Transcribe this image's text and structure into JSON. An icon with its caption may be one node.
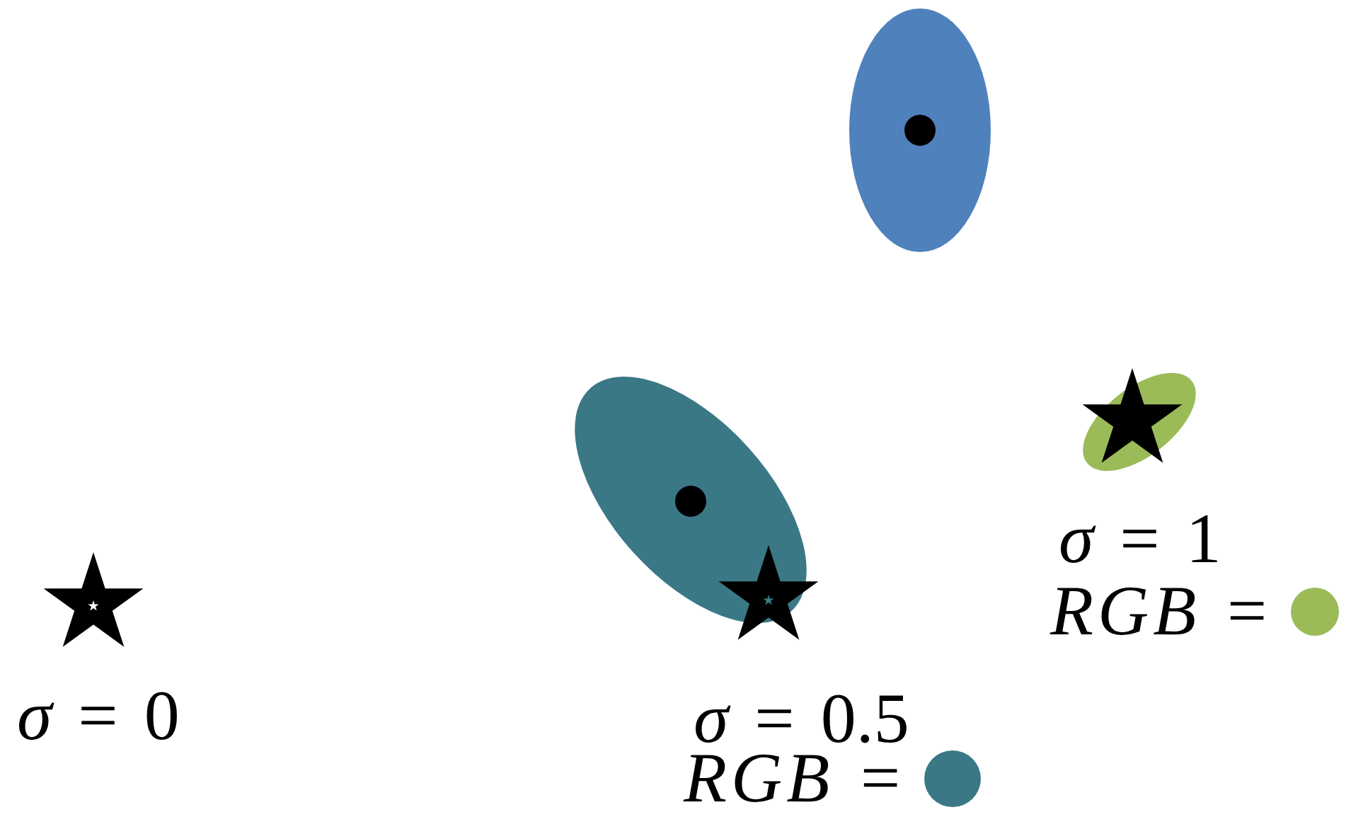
{
  "diagram": {
    "labels": [
      "*σ* = 1",
      "*σ* = 0",
      "*σ* = 0.5"
    ],
    "legend": [
      {
        "text": "RGB =",
        "color": "#9bbb59"
      },
      {
        "text": "RGB =",
        "color": "#3a7886"
      }
    ]
  }
}
